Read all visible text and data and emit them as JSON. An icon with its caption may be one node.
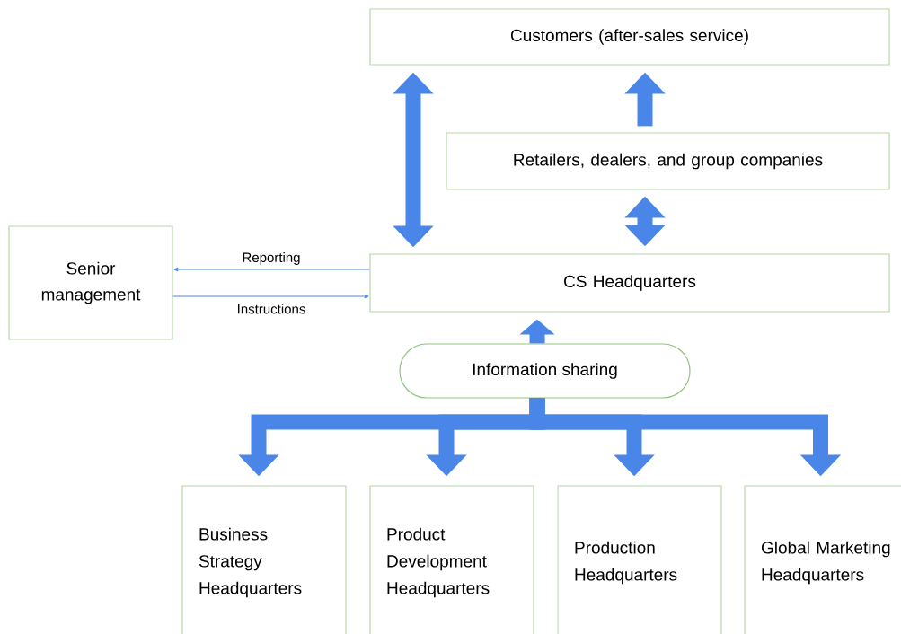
{
  "diagram": {
    "nodes": [
      {
        "text": [
          "Customers (after-sales service)"
        ]
      },
      {
        "text": [
          "Retailers, dealers, and group companies"
        ]
      },
      {
        "text": [
          "Senior management"
        ]
      },
      {
        "text": [
          "CS Headquarters"
        ]
      },
      {
        "text": [
          "Information sharing"
        ]
      },
      {
        "text": [
          "Business Strategy Headquarters"
        ]
      },
      {
        "text": [
          "Product Development Headquarters"
        ]
      },
      {
        "text": [
          "Production Headquarters"
        ]
      },
      {
        "text": [
          "Global Marketing Headquarters"
        ]
      }
    ],
    "edges": [
      {
        "from": 3,
        "to": 0,
        "arrow": "both"
      },
      {
        "from": 1,
        "to": 0,
        "arrow": "to"
      },
      {
        "from": 1,
        "to": 3,
        "arrow": "both"
      },
      {
        "from": 3,
        "to": 2,
        "arrow": "to",
        "label": "Reporting"
      },
      {
        "from": 2,
        "to": 3,
        "arrow": "to",
        "label": "Instructions"
      },
      {
        "from": 4,
        "to": 3,
        "arrow": "to"
      },
      {
        "from": 4,
        "to": 5,
        "arrow": "to"
      },
      {
        "from": 4,
        "to": 6,
        "arrow": "to"
      },
      {
        "from": 4,
        "to": 7,
        "arrow": "to"
      },
      {
        "from": 4,
        "to": 8,
        "arrow": "to"
      }
    ]
  }
}
